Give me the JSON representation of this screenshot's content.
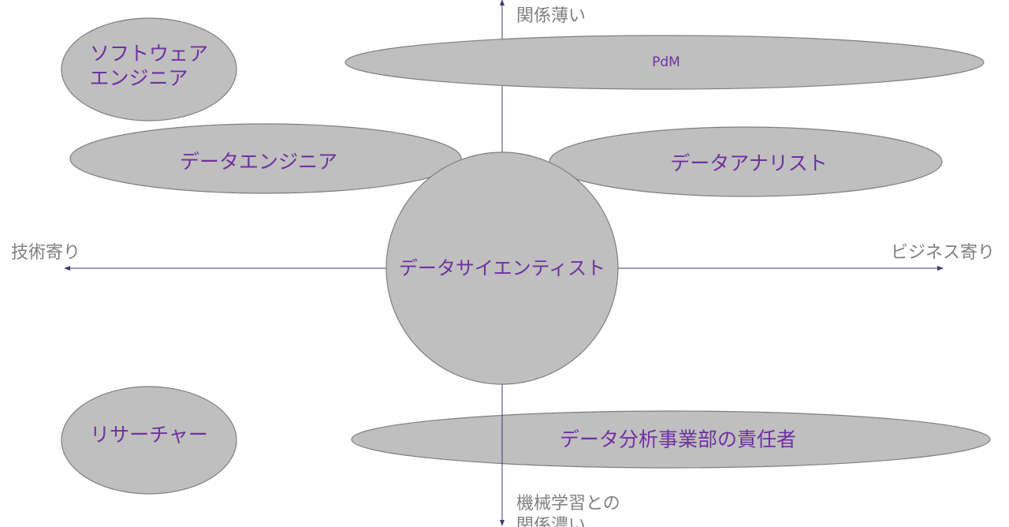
{
  "axes": {
    "left_label": "技術寄り",
    "right_label": "ビジネス寄り",
    "top_label": "関係薄い",
    "bottom_label_line1": "機械学習との",
    "bottom_label_line2": "関係濃い"
  },
  "roles": {
    "software_engineer_line1": "ソフトウェア",
    "software_engineer_line2": "エンジニア",
    "pdm": "PdM",
    "data_engineer": "データエンジニア",
    "data_analyst": "データアナリスト",
    "data_scientist": "データサイエンティスト",
    "researcher": "リサーチャー",
    "data_analysis_head": "データ分析事業部の責任者"
  },
  "colors": {
    "shape_fill": "#bfbfbf",
    "shape_stroke": "#7f7f7f",
    "label_text": "#7030a0",
    "axis_line": "#3b3b7a",
    "axis_text": "#808080"
  }
}
